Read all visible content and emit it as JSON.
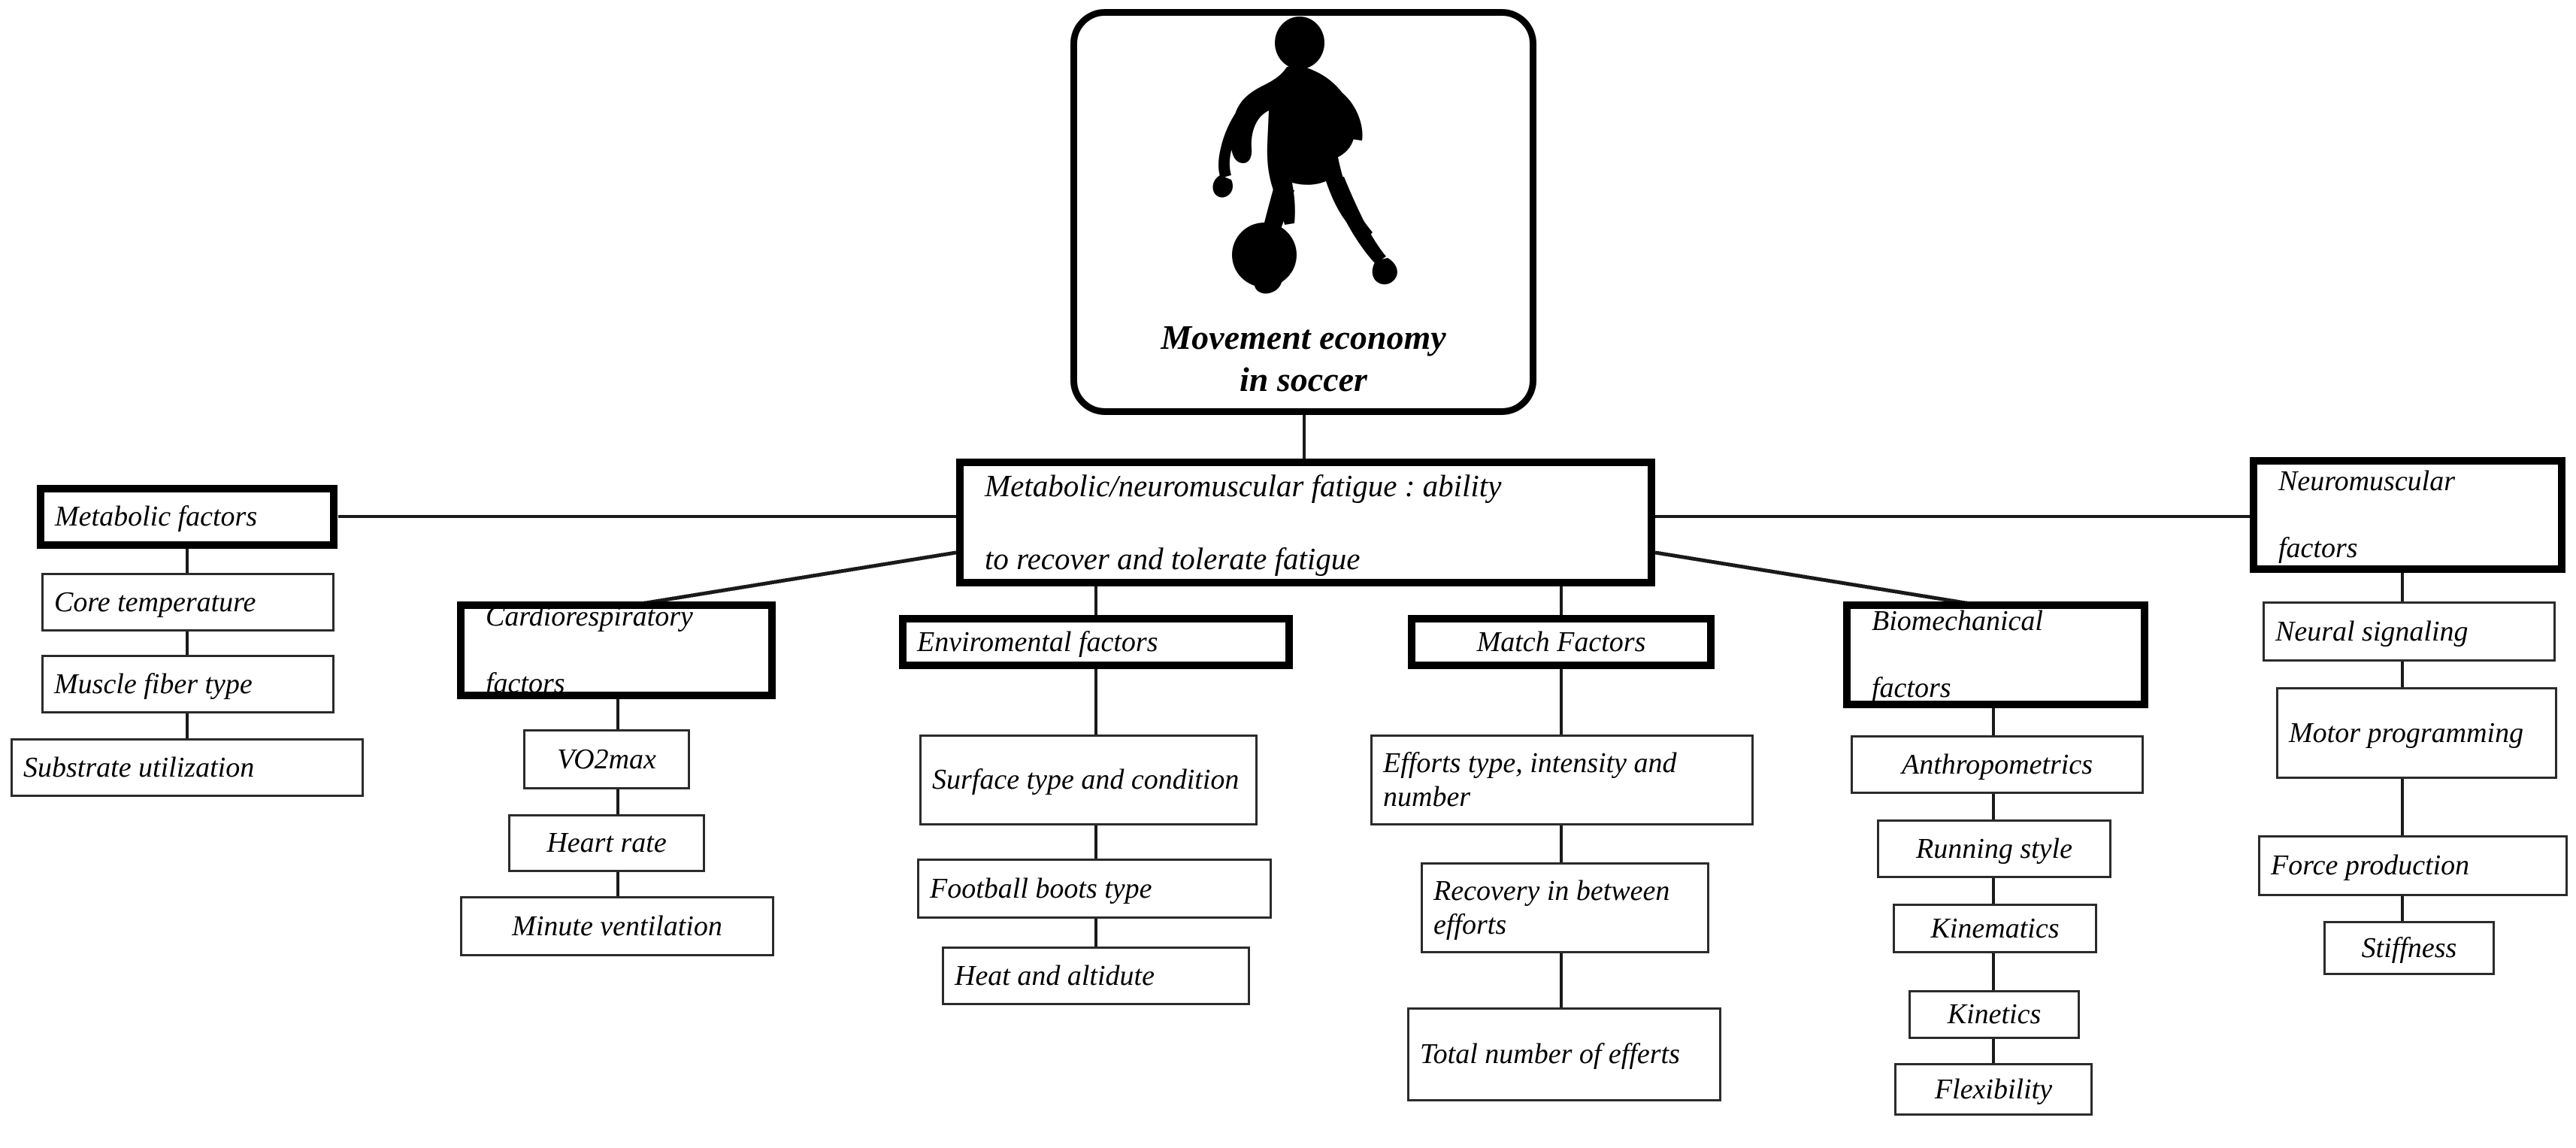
{
  "diagram": {
    "title": "Movement economy in soccer — determinant factors",
    "root": {
      "label_line1": "Movement economy",
      "label_line2": "in soccer",
      "icon": "soccer-player-silhouette-icon"
    },
    "hub": {
      "label": "Metabolic/neuromuscular fatigue : ability to recover and tolerate fatigue",
      "line1": "Metabolic/neuromuscular fatigue : ability",
      "line2": "to recover and tolerate fatigue"
    },
    "branches": [
      {
        "id": "metabolic",
        "header": "Metabolic factors",
        "children": [
          "Core temperature",
          "Muscle fiber type",
          "Substrate utilization"
        ]
      },
      {
        "id": "cardiorespiratory",
        "header": "Cardiorespiratory factors",
        "header_line1": "Cardiorespiratory",
        "header_line2": "factors",
        "children": [
          "VO2max",
          "Heart rate",
          "Minute ventilation"
        ]
      },
      {
        "id": "environmental",
        "header": "Enviromental factors",
        "children": [
          "Surface type and condition",
          "Football boots type",
          "Heat and altidute"
        ]
      },
      {
        "id": "match",
        "header": "Match Factors",
        "children": [
          "Efforts type, intensity and number",
          "Recovery in between efforts",
          "Total number of efferts"
        ]
      },
      {
        "id": "biomechanical",
        "header": "Biomechanical factors",
        "header_line1": "Biomechanical",
        "header_line2": "factors",
        "children": [
          "Anthropometrics",
          "Running style",
          "Kinematics",
          "Kinetics",
          "Flexibility"
        ]
      },
      {
        "id": "neuromuscular",
        "header": "Neuromuscular factors",
        "header_line1": "Neuromuscular",
        "header_line2": "factors",
        "children": [
          "Neural signaling",
          "Motor programming",
          "Force production",
          "Stiffness"
        ]
      }
    ],
    "colors": {
      "line": "#1a1a1a",
      "box_border": "#2b2b2b",
      "emphasis_border": "#000000",
      "background": "#ffffff",
      "text": "#000000"
    }
  }
}
